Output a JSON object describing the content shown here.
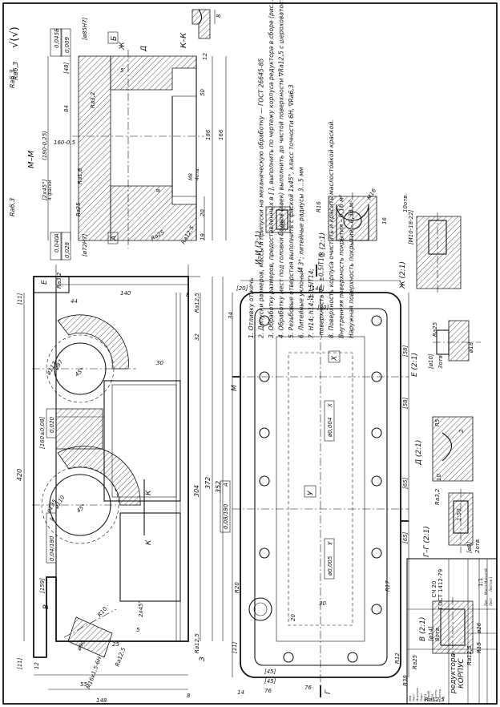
{
  "title_block": {
    "name_line1": "КОРПУС",
    "name_line2": "редуктора",
    "material_line1": "СЧ 20",
    "material_line2": "ГОСТ 1412-79",
    "scale": "1:1",
    "col_lit": "Лит.",
    "col_mass": "Масса",
    "col_scale": "Масштаб",
    "col_sheet": "Лист",
    "col_sheets": "Листов 1",
    "row_labels": [
      "Изм",
      "Лист",
      "№ докум.",
      "Подп.",
      "Дата",
      "Разраб.",
      "Пров.",
      "Т.контр.",
      "Н.контр.",
      "Утв."
    ]
  },
  "notes": [
    "1. Отливку отжечь",
    "2. Допуски размеров, массы и припуски на механическую обработку — ГОСТ 26645-85",
    "3. Обработку размеров, предоставленных в [ ], выполнить по чертежу корпуса редуктора в сборе (рис. 12.09.01)",
    "4. Обработку мест под головки болтов (гаек) выполнить до чистой поверхности ∇Ra12,5 с шероховатостью боковых поверхностей не грубее ∇Rz25 (см. В)",
    "5. Резьбовые отверстия выполнить с фаской 1x45°, класс точности 6Н, ∇Ra6,3",
    "6. Литейные уклоны – 3°; литейные радиусы 3...5 мм",
    "7. H14; h14; ±0,5IT14;",
    "   –поверхность ∇ – ±0,5IT16",
    "8. Поверхность корпуса очистить и красить маслостойкой краской.",
    "   Внутренняя поверхность покрытия – 0,16 м²",
    "   Наружная поверхность покрытия – 0,30 м²"
  ],
  "roughness": {
    "general": "√(√)",
    "main": "Ra6,3"
  },
  "front_view": {
    "dims": {
      "overall_len": "420",
      "bore_pitch": "[160±0,08]",
      "height_372": "372",
      "height_352": "352",
      "height_304": "304",
      "d_160": "160-0,5",
      "d_140": "140",
      "d_159": "[159]",
      "d_148": "148",
      "d_55": "55",
      "d_11a": "[11]",
      "d_11b": "[11]",
      "d_12": "12",
      "d_44": "44",
      "d_8a": "8",
      "d_8b": "8",
      "d_30": "30",
      "d_32": "32",
      "d_34": "34",
      "d_r": "Ra12,5",
      "d_r2": "Ra12,5",
      "bore1": "ø117",
      "bore1b": "ø97",
      "bore2": "ø135",
      "bore2b": "ø110",
      "ang1": "45°",
      "ang2": "45°",
      "thread": "М16x1,5-6Н",
      "chamfer": "2x45°",
      "d_r10": "R10",
      "d_5": "5",
      "d_25": "25",
      "d_90": "ø90",
      "d_ra32": "Ra3,2",
      "d_ra125": "Ra12,5"
    },
    "tol1": "0,020",
    "tol2": "0,04/180",
    "tol2_base": "А",
    "label_b": "В",
    "label_e": "Е",
    "label_3": "З",
    "label_k": "К",
    "label_k2": "К"
  },
  "section_mm": {
    "title": "М–М",
    "dims": {
      "d_180": "(180-0,25)",
      "d_84": "84",
      "d_48": "[48]",
      "d_186": "186",
      "d_166": "166",
      "d_50": "50",
      "d_12": "12",
      "d_20": "20",
      "d_19": "19",
      "d_8": "8",
      "d_ra25": "Ra25",
      "d_ra25b": "Rz25",
      "d_2x45": "[2x45°]",
      "d_4f": "4 фаски",
      "d_m8": "М8",
      "d_4otv": "4отв.",
      "d_72": "[ø72Н7]",
      "d_85": "[ø85Н7]",
      "d_r125": "Ra12,5",
      "d_ra32": "Ra3,2",
      "d_ra16": "Ra1,6",
      "d_ra63a": "Ra6,3",
      "d_ra63b": "Ra6,3",
      "d_5": "5"
    },
    "tol_a": "0,040",
    "tol_a_base": "А",
    "tol_b": "0,045",
    "tol_b_base": "Б",
    "circ_a": "0,028",
    "circ_b": "0,009",
    "datum_a": "А",
    "datum_b": "Б",
    "label_zh": "Ж",
    "label_d": "Д"
  },
  "section_kk": {
    "title": "К–К",
    "dim_8": "8"
  },
  "top_view": {
    "dims": {
      "d_140": "[140]",
      "d_32a": "32",
      "d_32b": "[32]",
      "d_20": "[20]",
      "d_58a": "[58]",
      "d_58b": "[58]",
      "d_65a": "[65]",
      "d_65b": "[65]",
      "d_45a": "[45]",
      "d_45b": "[45]",
      "d_76a": "76",
      "d_76b": "76",
      "d_14": "14",
      "d_11": "[11]",
      "d_30": "30",
      "d_20b": "20",
      "d_r20": "R20",
      "d_r17": "R17",
      "d_r12": "R12",
      "d_r38": "R38",
      "d_ra25": "Ra25",
      "d_ra125": "Ra12,5"
    },
    "tol_perp": "0,08/180",
    "tol_perp_base": "А",
    "pos1": "ø0,004",
    "pos1_base": "Х",
    "pos2": "ø0,005",
    "pos2_base": "У",
    "datum_x": "Х",
    "datum_y": "У",
    "sec_m": "М",
    "sec_i": "И",
    "sec_g": "Г"
  },
  "detail_ii": {
    "title": "И–И (2:1)",
    "thread": "М8"
  },
  "detail_z": {
    "title": "З (2:1)",
    "r16": "R16",
    "d16": "16",
    "m16": "М16"
  },
  "detail_zh": {
    "title": "Ж (2:1)",
    "spec": "[М10-18-22]",
    "n": "10отв."
  },
  "detail_e": {
    "title": "Е (2:1)",
    "d18": "ø18",
    "d10": "[ø10]",
    "n": "3отв.",
    "ra": "Ra25"
  },
  "detail_d": {
    "title": "Д (2:1)",
    "r5": "R5",
    "d2": "2",
    "d10": "10"
  },
  "detail_gg": {
    "title": "Г–Г (2:1)",
    "slope": "1:50",
    "d8": "[ø8]",
    "n": "2отв.",
    "ra": "Ra3,2"
  },
  "detail_v": {
    "title": "В (2:1)",
    "d26": "ø26",
    "d14": "[ø14]",
    "n": "8отв.",
    "r15": "R15",
    "ra": "Ra12,5"
  }
}
